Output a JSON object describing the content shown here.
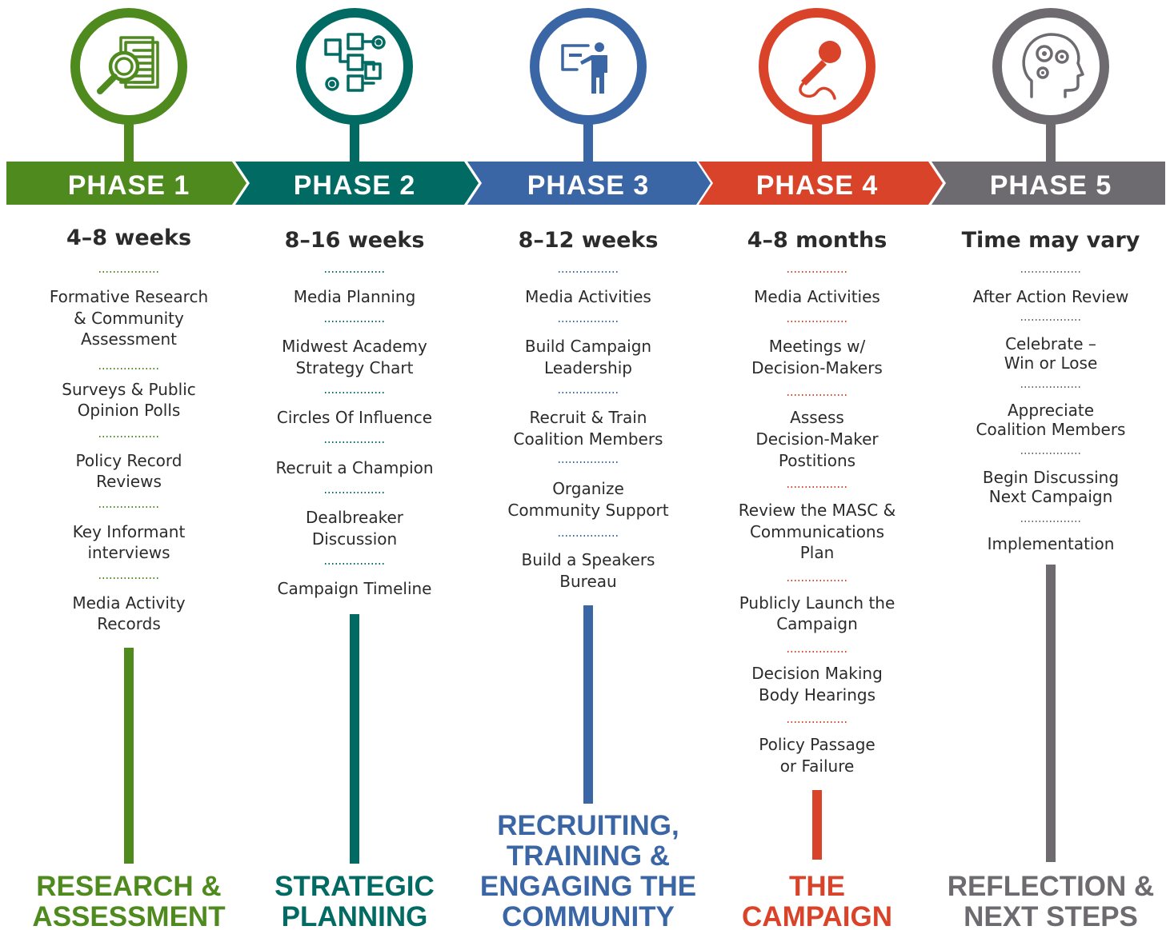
{
  "colors": {
    "phase1": "#4E8A1E",
    "phase2": "#006A63",
    "phase3": "#3B66A6",
    "phase4": "#D9432A",
    "phase5": "#6E6B70",
    "text": "#2b2b2b"
  },
  "phases": [
    {
      "label": "PHASE 1",
      "icon": "document-magnifier-icon",
      "duration": "4–8 weeks",
      "tasks": [
        [
          "Formative Research",
          "& Community",
          "Assessment"
        ],
        [
          "Surveys & Public",
          "Opinion Polls"
        ],
        [
          "Policy Record",
          "Reviews"
        ],
        [
          "Key Informant",
          "interviews"
        ],
        [
          "Media Activity",
          "Records"
        ]
      ],
      "footer": [
        "RESEARCH &",
        "ASSESSMENT"
      ]
    },
    {
      "label": "PHASE 2",
      "icon": "strategy-flowchart-icon",
      "duration": "8–16 weeks",
      "tasks": [
        [
          "Media Planning"
        ],
        [
          "Midwest Academy",
          "Strategy Chart"
        ],
        [
          "Circles Of Influence"
        ],
        [
          "Recruit a Champion"
        ],
        [
          "Dealbreaker",
          "Discussion"
        ],
        [
          "Campaign Timeline"
        ]
      ],
      "footer": [
        "STRATEGIC",
        "PLANNING"
      ]
    },
    {
      "label": "PHASE 3",
      "icon": "presenter-icon",
      "duration": "8–12 weeks",
      "tasks": [
        [
          "Media Activities"
        ],
        [
          "Build Campaign",
          "Leadership"
        ],
        [
          "Recruit & Train",
          "Coalition Members"
        ],
        [
          "Organize",
          "Community Support"
        ],
        [
          "Build a Speakers",
          "Bureau"
        ]
      ],
      "footer": [
        "RECRUITING,",
        "TRAINING &",
        "ENGAGING THE",
        "COMMUNITY"
      ]
    },
    {
      "label": "PHASE 4",
      "icon": "microphone-icon",
      "duration": "4–8 months",
      "tasks": [
        [
          "Media Activities"
        ],
        [
          "Meetings w/",
          "Decision-Makers"
        ],
        [
          "Assess",
          "Decision-Maker",
          "Postitions"
        ],
        [
          "Review the MASC &",
          "Communications",
          "Plan"
        ],
        [
          "Publicly Launch the",
          "Campaign"
        ],
        [
          "Decision Making",
          "Body Hearings"
        ],
        [
          "Policy Passage",
          "or Failure"
        ]
      ],
      "footer": [
        "THE",
        "CAMPAIGN"
      ]
    },
    {
      "label": "PHASE 5",
      "icon": "head-gears-icon",
      "duration": "Time may vary",
      "tasks": [
        [
          "After Action Review"
        ],
        [
          "Celebrate –",
          "Win or Lose"
        ],
        [
          "Appreciate",
          "Coalition Members"
        ],
        [
          "Begin Discussing",
          "Next Campaign"
        ],
        [
          "Implementation"
        ]
      ],
      "footer": [
        "REFLECTION &",
        "NEXT STEPS"
      ]
    }
  ]
}
